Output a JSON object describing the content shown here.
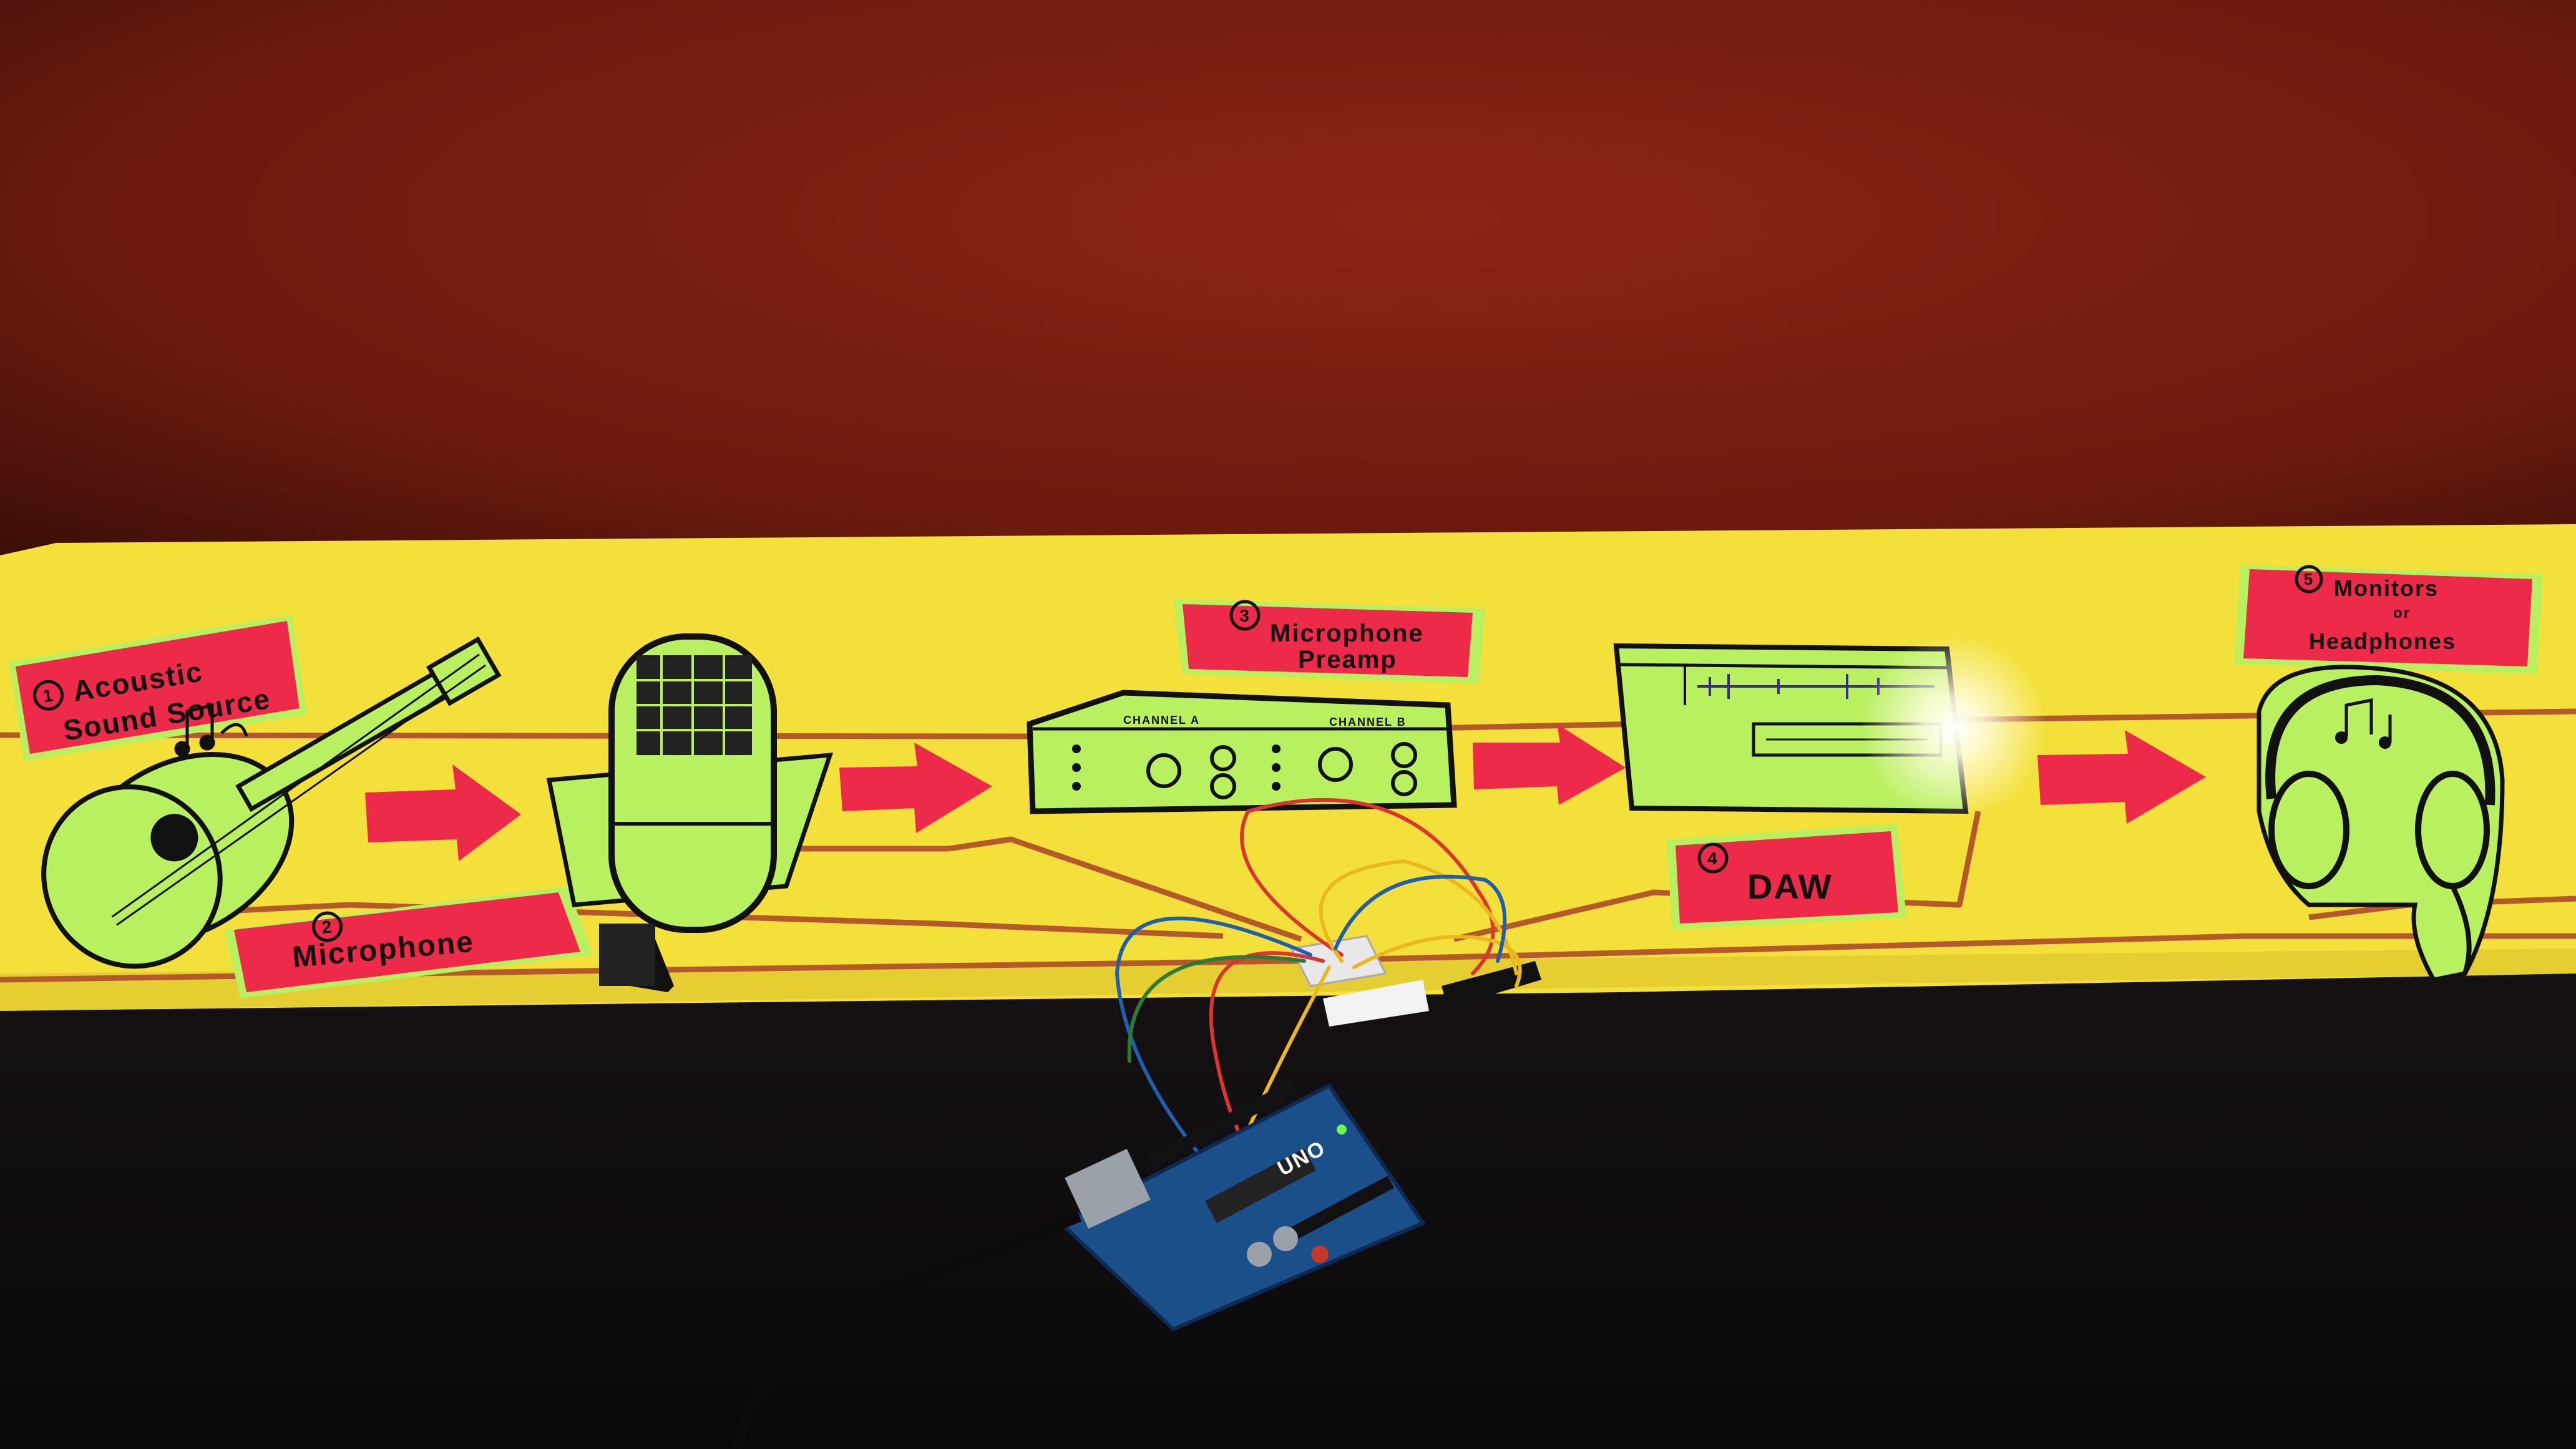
{
  "labels": {
    "step1": {
      "num": "1",
      "line1": "Acoustic",
      "line2": "Sound Source"
    },
    "step2": {
      "num": "2",
      "line1": "Microphone"
    },
    "step3": {
      "num": "3",
      "line1": "Microphone",
      "line2": "Preamp"
    },
    "step4": {
      "num": "4",
      "line1": "DAW"
    },
    "step5": {
      "num": "5",
      "line1": "Monitors",
      "line2": "or",
      "line3": "Headphones"
    }
  },
  "preamp": {
    "channel_a": "CHANNEL A",
    "channel_b": "CHANNEL B"
  },
  "arduino": {
    "model": "UNO"
  },
  "colors": {
    "wall": "#7a1a10",
    "board": "#f4e03a",
    "cutout": "#b8f060",
    "label": "#ee2a4a",
    "arrow": "#ee2a4a",
    "copper_tape": "#b5582c",
    "table": "#141012",
    "arduino_pcb": "#1b4f8a"
  },
  "icons": [
    "guitar-icon",
    "microphone-icon",
    "preamp-icon",
    "daw-screen-icon",
    "headphones-icon",
    "arrow-right-icon",
    "arduino-board-icon",
    "led-light-icon"
  ]
}
